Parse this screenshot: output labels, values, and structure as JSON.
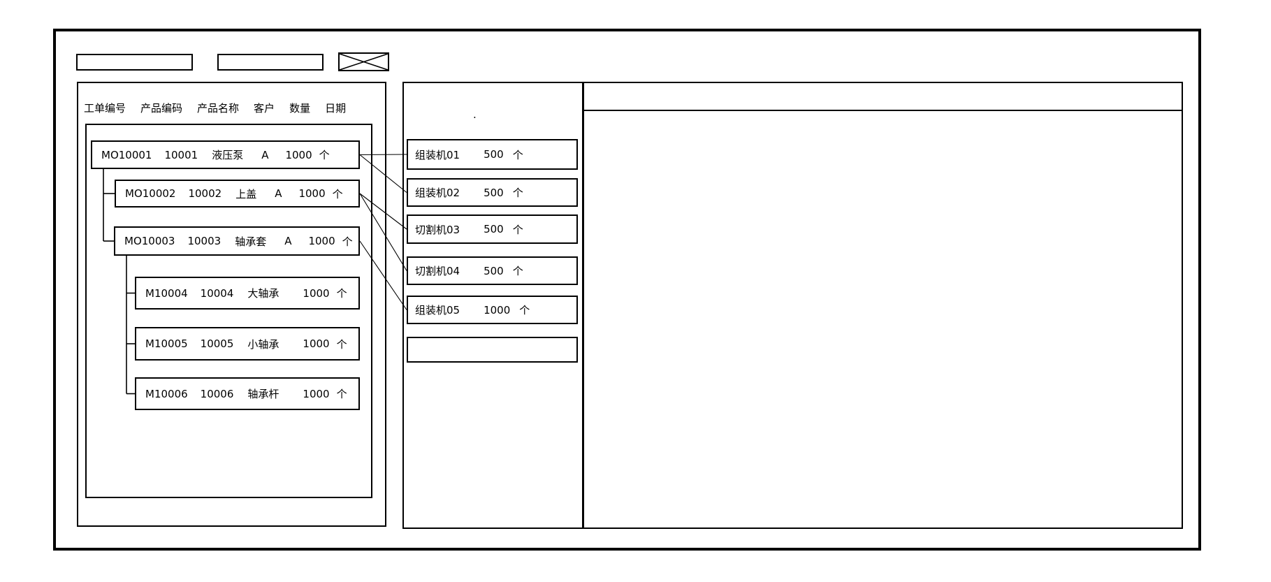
{
  "toolbar": {
    "field1": "",
    "field2": ""
  },
  "work_orders_panel": {
    "columns": [
      "工单编号",
      "产品编码",
      "产品名称",
      "客户",
      "数量",
      "日期"
    ],
    "orders": [
      {
        "order_no": "MO10001",
        "product_code": "10001",
        "product_name": "液压泵",
        "customer": "A",
        "qty": "1000",
        "unit": "个",
        "parent": null
      },
      {
        "order_no": "MO10002",
        "product_code": "10002",
        "product_name": "上盖",
        "customer": "A",
        "qty": "1000",
        "unit": "个",
        "parent": 0
      },
      {
        "order_no": "MO10003",
        "product_code": "10003",
        "product_name": "轴承套",
        "customer": "A",
        "qty": "1000",
        "unit": "个",
        "parent": 0
      },
      {
        "order_no": "M10004",
        "product_code": "10004",
        "product_name": "大轴承",
        "customer": "",
        "qty": "1000",
        "unit": "个",
        "parent": 2
      },
      {
        "order_no": "M10005",
        "product_code": "10005",
        "product_name": "小轴承",
        "customer": "",
        "qty": "1000",
        "unit": "个",
        "parent": 2
      },
      {
        "order_no": "M10006",
        "product_code": "10006",
        "product_name": "轴承杆",
        "customer": "",
        "qty": "1000",
        "unit": "个",
        "parent": 2
      }
    ]
  },
  "machines_panel": {
    "note": ".",
    "machines": [
      {
        "name": "组装机01",
        "qty": "500",
        "unit": "个"
      },
      {
        "name": "组装机02",
        "qty": "500",
        "unit": "个"
      },
      {
        "name": "切割机03",
        "qty": "500",
        "unit": "个"
      },
      {
        "name": "切割机04",
        "qty": "500",
        "unit": "个"
      },
      {
        "name": "组装机05",
        "qty": "1000",
        "unit": "个"
      },
      {
        "name": "",
        "qty": "",
        "unit": ""
      }
    ]
  },
  "assignments": [
    {
      "order": 0,
      "machine": 0
    },
    {
      "order": 0,
      "machine": 1
    },
    {
      "order": 1,
      "machine": 2
    },
    {
      "order": 1,
      "machine": 3
    },
    {
      "order": 2,
      "machine": 4
    }
  ],
  "detail_panel": {
    "header_text": ""
  },
  "colors": {
    "line": "#000000",
    "background": "#ffffff"
  }
}
